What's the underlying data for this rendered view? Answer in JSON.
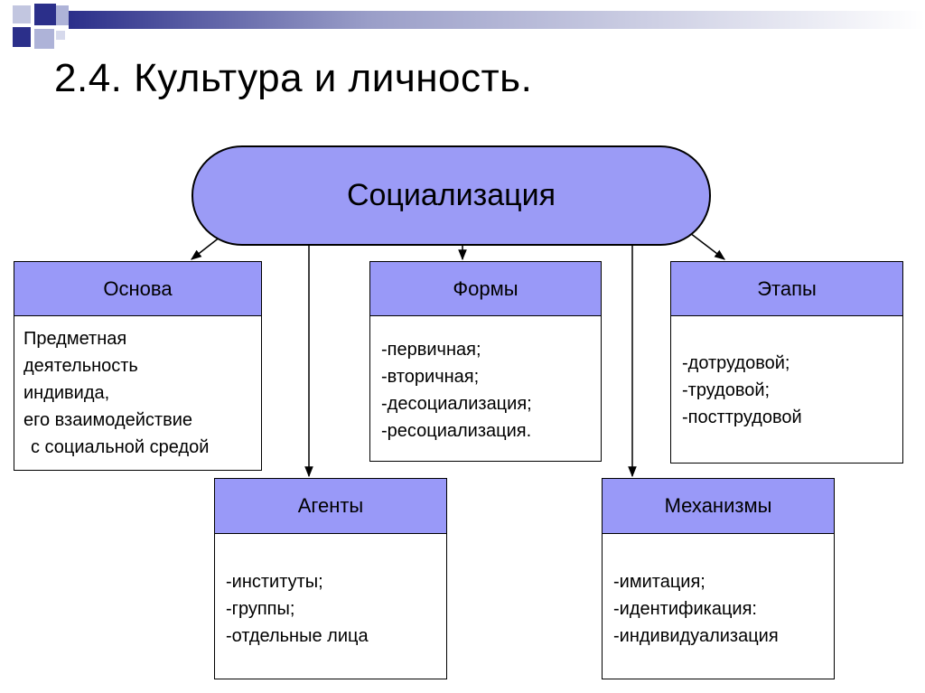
{
  "slide": {
    "title": "2.4. Культура и личность."
  },
  "diagram": {
    "center": {
      "label": "Социализация"
    },
    "boxes": {
      "osnova": {
        "header": "Основа",
        "lines": [
          "Предметная",
          "деятельность",
          "индивида,",
          "его взаимодействие",
          "с социальной средой"
        ]
      },
      "formy": {
        "header": "Формы",
        "lines": [
          "-первичная;",
          "-вторичная;",
          "-десоциализация;",
          "-ресоциализация."
        ]
      },
      "etapy": {
        "header": "Этапы",
        "lines": [
          "-дотрудовой;",
          "-трудовой;",
          "-посттрудовой"
        ]
      },
      "agenty": {
        "header": "Агенты",
        "lines": [
          "-институты;",
          "-группы;",
          "-отдельные лица"
        ]
      },
      "mehanizmy": {
        "header": "Механизмы",
        "lines": [
          "-имитация;",
          "-идентификация:",
          "-индивидуализация"
        ]
      }
    }
  },
  "colors": {
    "node_fill": "#9b9bf6",
    "header_fill": "#9999f8",
    "corner_dark": "#2b2f8a",
    "corner_light": "#aeb3d8"
  }
}
